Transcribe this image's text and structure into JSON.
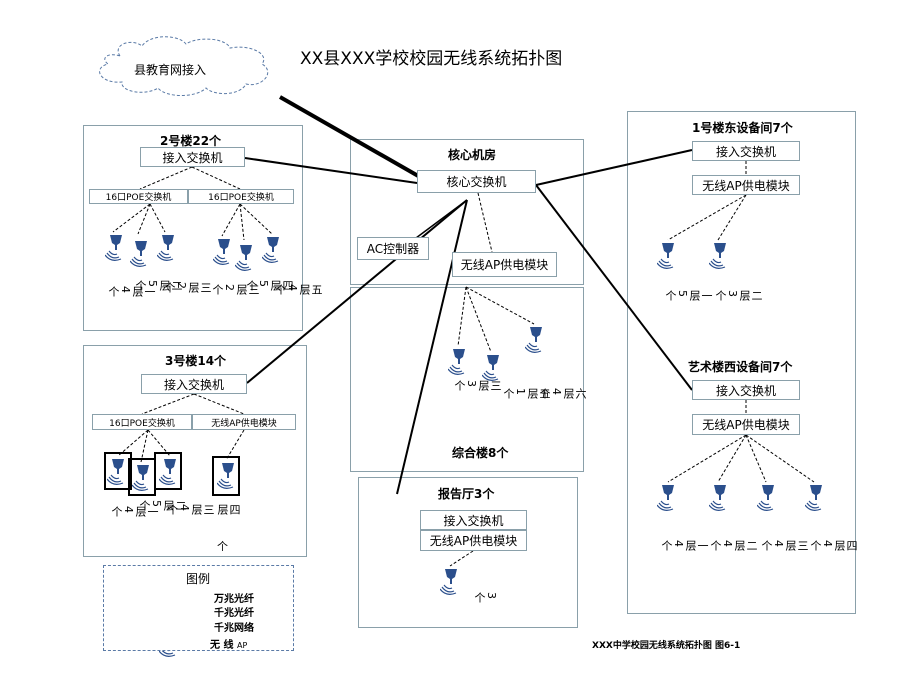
{
  "title": "XX县XXX学校校园无线系统拓扑图",
  "cloud_label": "县教育网接入",
  "core": {
    "title": "核心机房",
    "switch": "核心交换机",
    "ac": "AC控制器",
    "poe": "无线AP供电模块"
  },
  "b2": {
    "title": "2号楼22个",
    "switch": "接入交换机",
    "poe1": "16口POE交换机",
    "poe2": "16口POE交换机",
    "floors": [
      "一层4个",
      "二层5个",
      "三层2个",
      "三层2个",
      "四层5个",
      "五层4个"
    ]
  },
  "b3": {
    "title": "3号楼14个",
    "switch": "接入交换机",
    "poe1": "16口POE交换机",
    "poe2": "无线AP供电模块",
    "floors": [
      "一层4个",
      "二层5个",
      "三层4个",
      "四层"
    ]
  },
  "zh": {
    "title": "综合楼8个",
    "floors": [
      "三层3个",
      "五层1个",
      "六层4个"
    ]
  },
  "hall": {
    "title": "报告厅3个",
    "switch": "接入交换机",
    "poe": "无线AP供电模块",
    "count": "3个"
  },
  "e1": {
    "title": "1号楼东设备间7个",
    "switch": "接入交换机",
    "poe": "无线AP供电模块",
    "floors": [
      "一层5个",
      "二层3个"
    ]
  },
  "art": {
    "title": "艺术楼西设备间7个",
    "switch": "接入交换机",
    "poe": "无线AP供电模块",
    "floors": [
      "一层4个",
      "二层4个",
      "三层4个",
      "四层4个"
    ]
  },
  "legend": {
    "title": "图例",
    "items": [
      "万兆光纤",
      "千兆光纤",
      "千兆网络",
      "无 线"
    ],
    "ap_suffix": "AP"
  },
  "footer": "XXX中学校园无线系统拓扑图  图6-1",
  "colors": {
    "border": "#8aa0aa",
    "ap_blue": "#2b4f8c",
    "legend_border": "#5a7aa6"
  }
}
